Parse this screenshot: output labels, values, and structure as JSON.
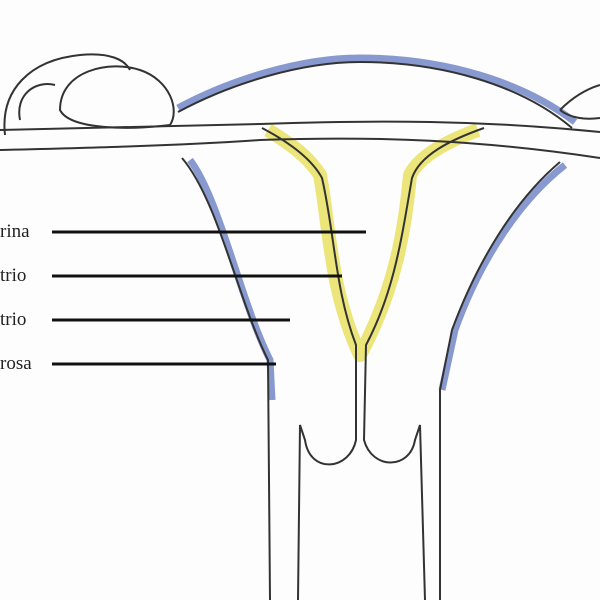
{
  "diagram": {
    "labels": [
      {
        "text": "rina",
        "target": "cavity"
      },
      {
        "text": "trio",
        "target": "endometrium"
      },
      {
        "text": "trio",
        "target": "myometrium"
      },
      {
        "text": "rosa",
        "target": "serosa"
      }
    ],
    "colors": {
      "serosa": "#5a6fb8",
      "endometrium": "#e8e070",
      "outline": "#333333",
      "leader": "#111111"
    }
  }
}
